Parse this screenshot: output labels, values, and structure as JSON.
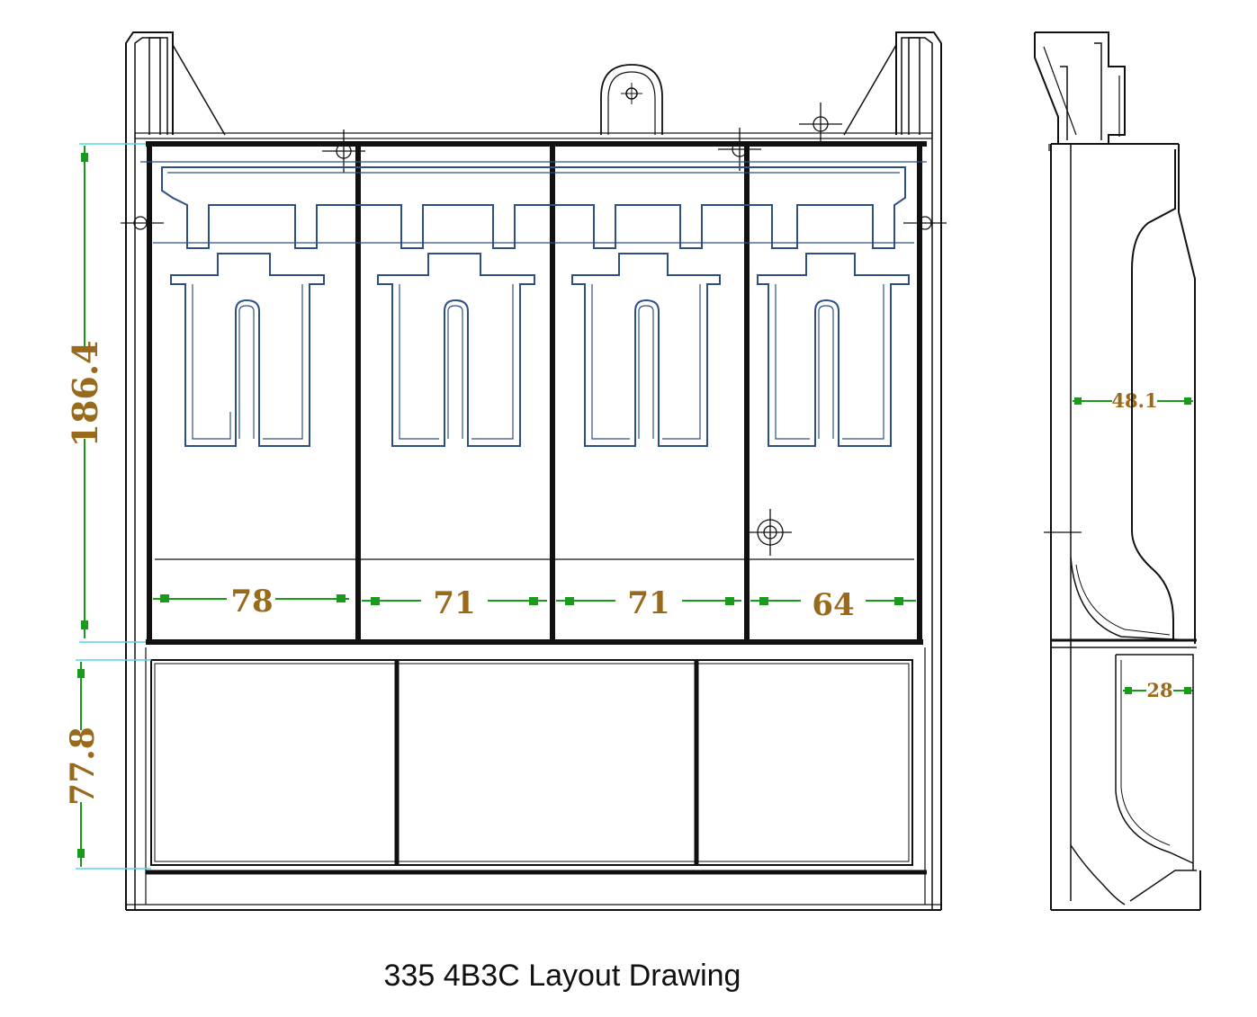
{
  "caption": "335 4B3C Layout Drawing",
  "dimensions": {
    "total_height_upper": "186.4",
    "height_lower": "77.8",
    "bill_widths": [
      "78",
      "71",
      "71",
      "64"
    ],
    "side_depth_upper": "48.1",
    "side_depth_lower": "28"
  },
  "colors": {
    "outline": "#111111",
    "clip": "#2e4f86",
    "dimension_line": "#1a9a1a",
    "dimension_text": "#9a6a1c",
    "extension": "#58d6e4"
  }
}
